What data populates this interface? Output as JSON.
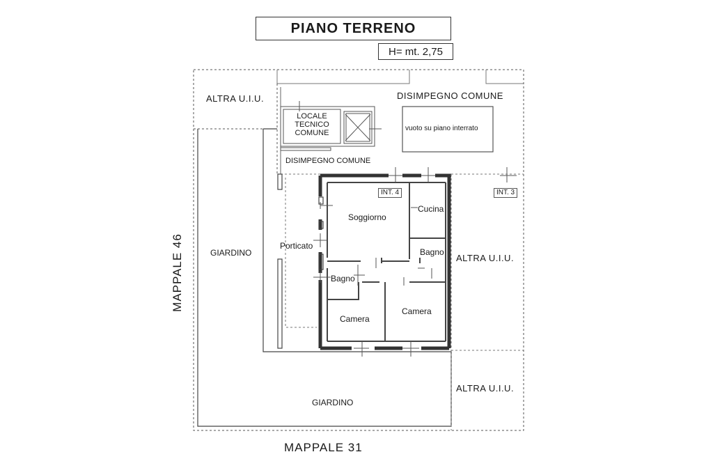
{
  "title": "PIANO  TERRENO",
  "height_note": "H= mt. 2,75",
  "labels": {
    "altra_top_left": "ALTRA  U.I.U.",
    "disimpegno_comune_top": "DISIMPEGNO  COMUNE",
    "locale_tecnico": [
      "LOCALE",
      "TECNICO",
      "COMUNE"
    ],
    "vuoto": "vuoto su piano interrato",
    "disimpegno_comune_mid": "DISIMPEGNO  COMUNE",
    "int4": "INT. 4",
    "int3": "INT. 3",
    "soggiorno": "Soggiorno",
    "cucina": "Cucina",
    "bagno_right": "Bagno",
    "bagno_left": "Bagno",
    "porticato": "Porticato",
    "giardino_left": "GIARDINO",
    "giardino_bottom": "GIARDINO",
    "altra_right_mid": "ALTRA  U.I.U.",
    "altra_right_bottom": "ALTRA  U.I.U.",
    "camera_left": "Camera",
    "camera_right": "Camera",
    "mappale_46": "MAPPALE  46",
    "mappale_31": "MAPPALE  31"
  }
}
